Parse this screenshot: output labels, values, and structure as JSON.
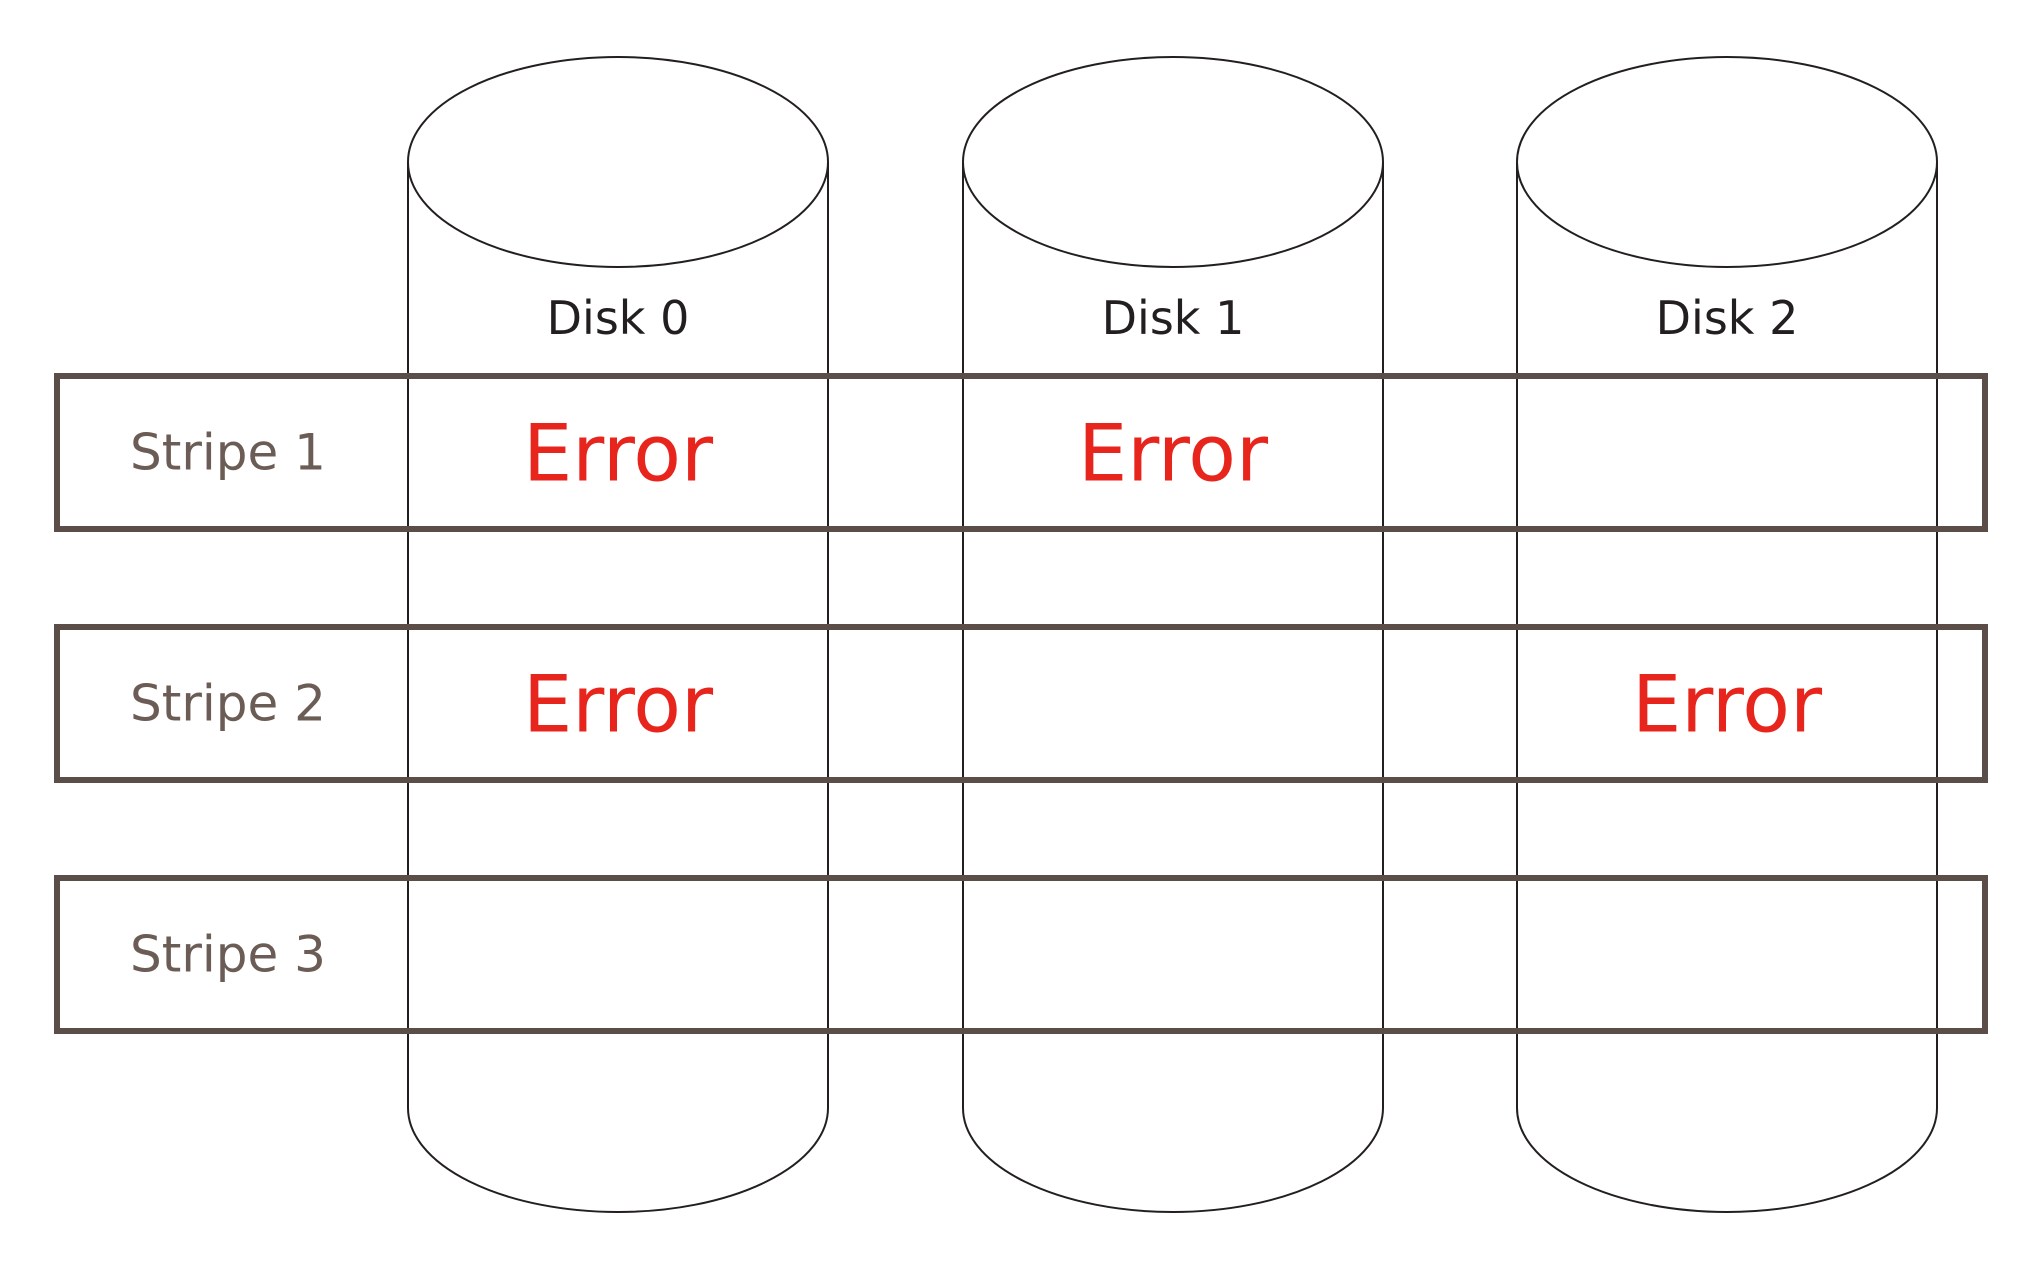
{
  "disks": [
    {
      "label": "Disk 0"
    },
    {
      "label": "Disk 1"
    },
    {
      "label": "Disk 2"
    }
  ],
  "stripes": [
    {
      "label": "Stripe 1",
      "cells": [
        "Error",
        "Error",
        ""
      ]
    },
    {
      "label": "Stripe 2",
      "cells": [
        "Error",
        "",
        "Error"
      ]
    },
    {
      "label": "Stripe 3",
      "cells": [
        "",
        "",
        ""
      ]
    }
  ],
  "colors": {
    "error": "#e8251c",
    "stripe_label": "#6b5d55",
    "stripe_border": "#5b4e48",
    "disk_outline": "#231f20",
    "disk_label": "#231f20"
  }
}
